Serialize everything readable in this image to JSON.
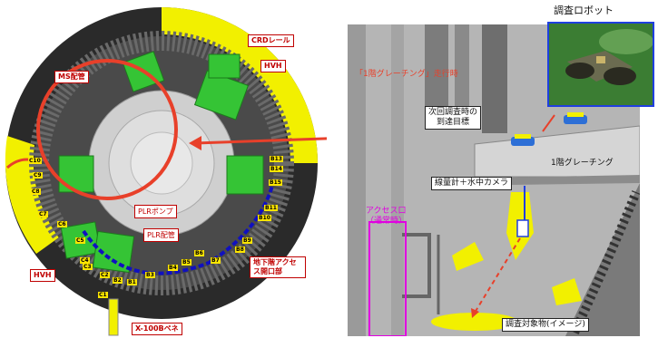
{
  "left_diagram": {
    "labels": {
      "crd_rail": "CRDレール",
      "hvh_top": "HVH",
      "hvh_bottom": "HVH",
      "plr_pump": "PLRポンプ",
      "plr_piping": "PLR配管",
      "basement_access": "地下階アクセス開口部",
      "penetration": "X-100Bペネ",
      "partial_label": "MS配管"
    },
    "grating_tags": [
      "B13",
      "B14",
      "B15",
      "B11",
      "B10",
      "B9",
      "B8",
      "B7",
      "B6",
      "B5",
      "B4",
      "B3",
      "B2",
      "B1",
      "C1",
      "C2",
      "C3",
      "C4",
      "C5",
      "C6",
      "C7",
      "C8",
      "C9",
      "C10"
    ]
  },
  "right_diagram": {
    "labels": {
      "robot": "調査ロボット",
      "next_target": "次回調査時の\n到達目標",
      "first_floor_grating": "1階グレーチング",
      "dosimeter_camera": "線量計＋水中カメラ",
      "access_port": "アクセス口\n（通常時）",
      "red_note": "「1階グレーチング」走行時",
      "target_object": "調査対象物(イメージ)"
    }
  },
  "colors": {
    "accent_red": "#e8402a",
    "highlight_yellow": "#f2f000",
    "equipment_green": "#35c435",
    "robot_border": "#1f3fe0",
    "access_magenta": "#e000e0"
  }
}
